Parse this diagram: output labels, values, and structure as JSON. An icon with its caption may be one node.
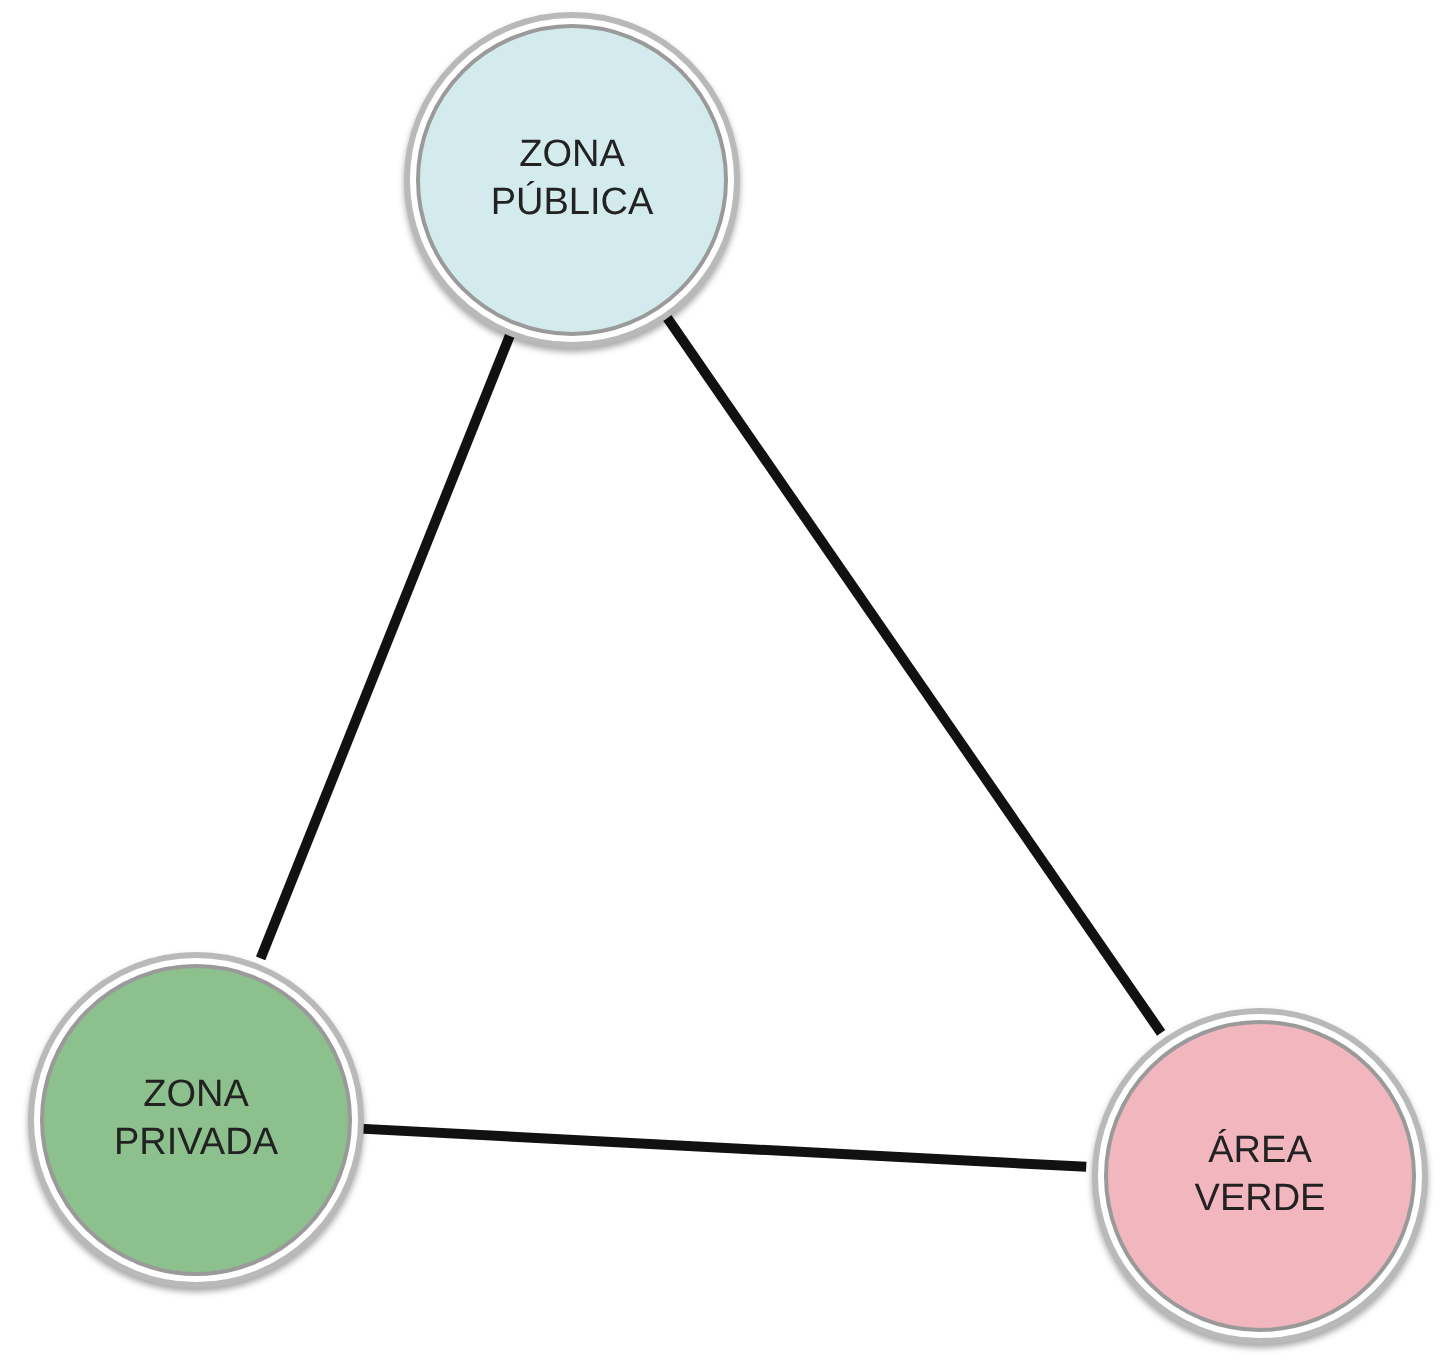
{
  "diagram": {
    "nodes": [
      {
        "text": [
          "ZONA PÚBLICA"
        ]
      },
      {
        "text": [
          "ZONA PRIVADA"
        ]
      },
      {
        "text": [
          "ÁREA VERDE"
        ]
      }
    ],
    "edges": [
      {
        "from": 0,
        "to": 1,
        "arrow": "none"
      },
      {
        "from": 0,
        "to": 2,
        "arrow": "none"
      },
      {
        "from": 1,
        "to": 2,
        "arrow": "none"
      }
    ]
  }
}
